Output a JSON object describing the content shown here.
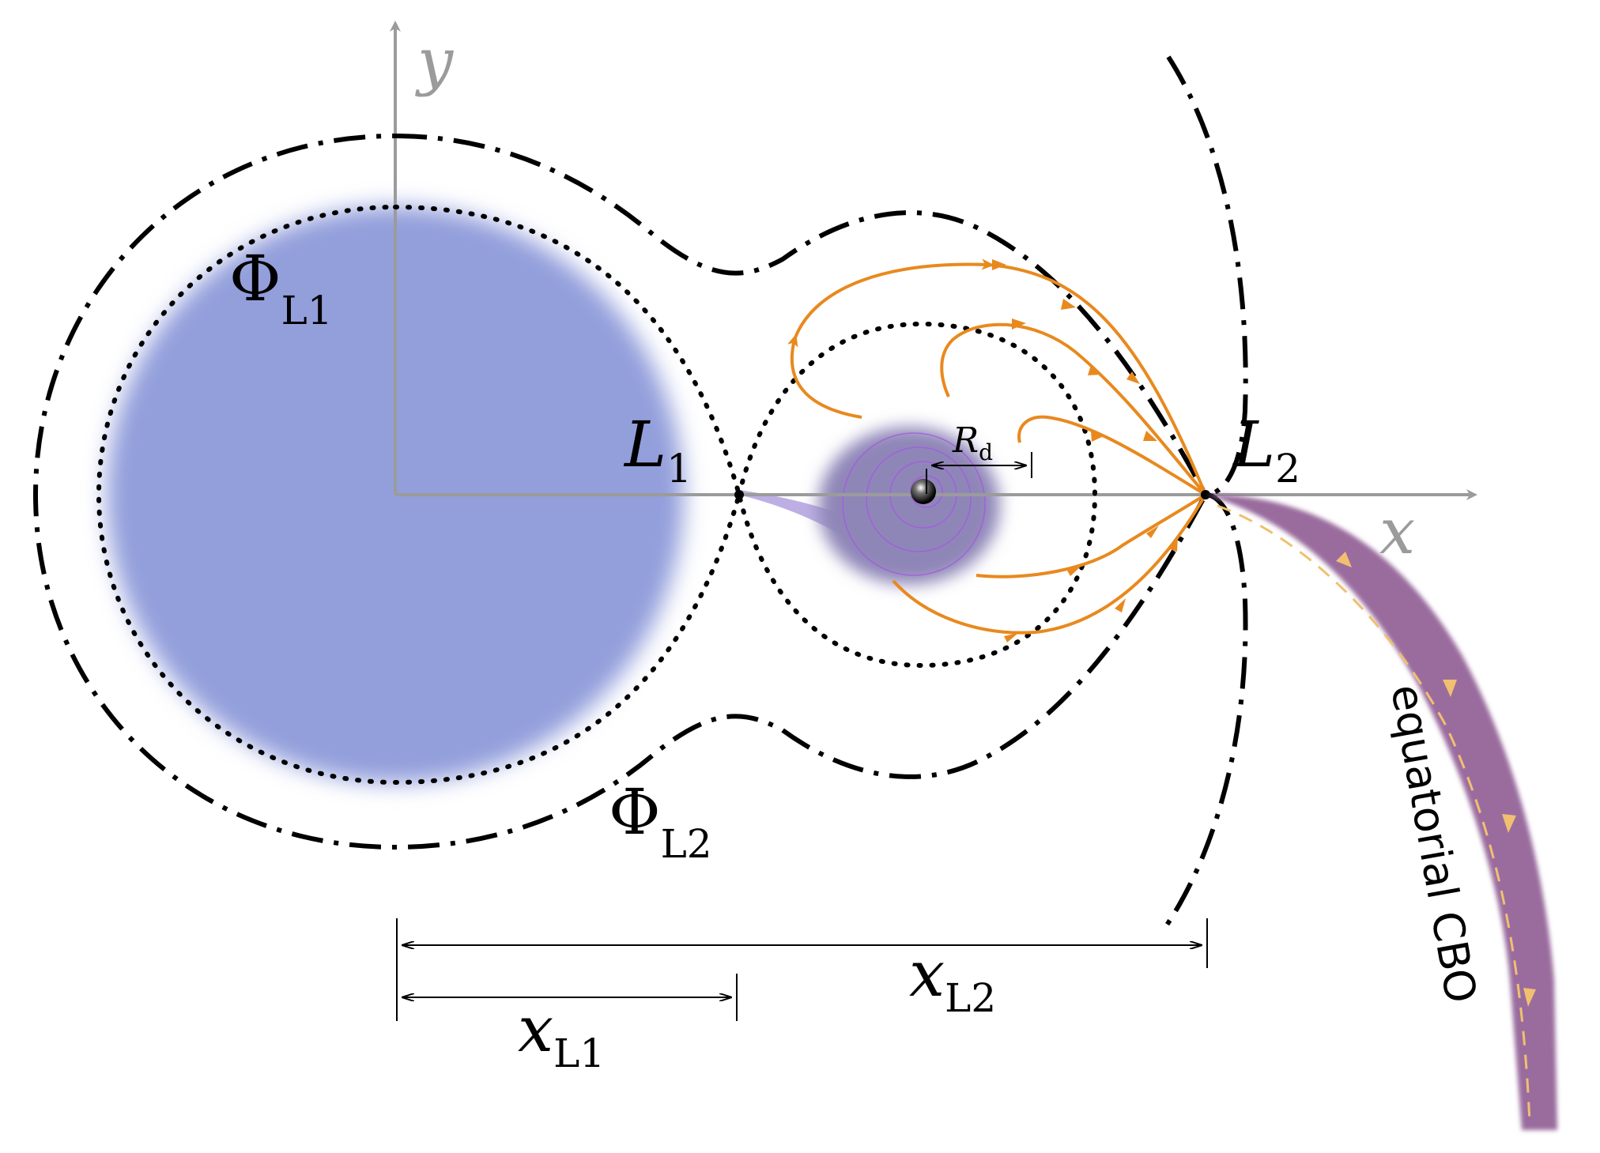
{
  "labels": {
    "y_axis": "y",
    "x_axis": "x",
    "phi_l1_symbol": "Φ",
    "phi_l1_sub": "L1",
    "phi_l2_symbol": "Φ",
    "phi_l2_sub": "L2",
    "l1_symbol": "L",
    "l1_sub": "1",
    "l2_symbol": "L",
    "l2_sub": "2",
    "rd_symbol": "R",
    "rd_sub": "d",
    "xl1_symbol": "x",
    "xl1_sub": "L1",
    "xl2_symbol": "x",
    "xl2_sub": "L2",
    "outflow": "equatorial CBO"
  },
  "colors": {
    "donor_star": "#939fdb",
    "accretor_disk": "#8f86b8",
    "stream": "#b6a6e0",
    "flow_lines": "#e8891e",
    "outflow_band": "#9a6c9e",
    "outflow_arrows": "#f0c070",
    "axes": "#9b9b9b",
    "contours": "#000000"
  },
  "icons": {
    "accretor": "black-sphere-icon"
  }
}
